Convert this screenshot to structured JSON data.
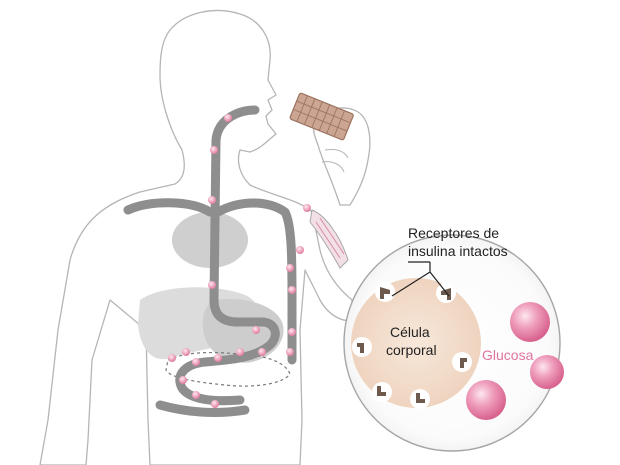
{
  "labels": {
    "receptors_line1": "Receptores de",
    "receptors_line2": "insulina intactos",
    "cell_line1": "Célula",
    "cell_line2": "corporal",
    "glucose": "Glucosa"
  },
  "colors": {
    "outline": "#b5b5b5",
    "tract": "#8e8e8e",
    "organ": "#d8d8d8",
    "glucose": "#e884a8",
    "cell": "#f4e0d0",
    "receptor": "#6e5a4c",
    "text": "#222222"
  },
  "icons": [
    "chocolate-bar-icon",
    "hand-icon",
    "magnifier-circle-icon",
    "receptor-icon",
    "glucose-molecule-icon"
  ]
}
